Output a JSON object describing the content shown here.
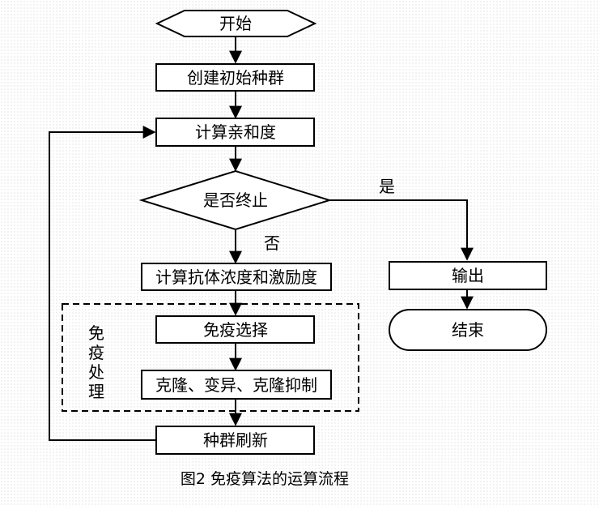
{
  "nodes": {
    "start": "开始",
    "init": "创建初始种群",
    "affinity": "计算亲和度",
    "decision": "是否终止",
    "concentration": "计算抗体浓度和激励度",
    "select": "免疫选择",
    "clone": "克隆、变异、克隆抑制",
    "refresh": "种群刷新",
    "output": "输出",
    "end": "结束"
  },
  "edge_labels": {
    "yes": "是",
    "no": "否"
  },
  "group": {
    "label": [
      "免",
      "疫",
      "处",
      "理"
    ]
  },
  "caption": "图2 免疫算法的运算流程"
}
